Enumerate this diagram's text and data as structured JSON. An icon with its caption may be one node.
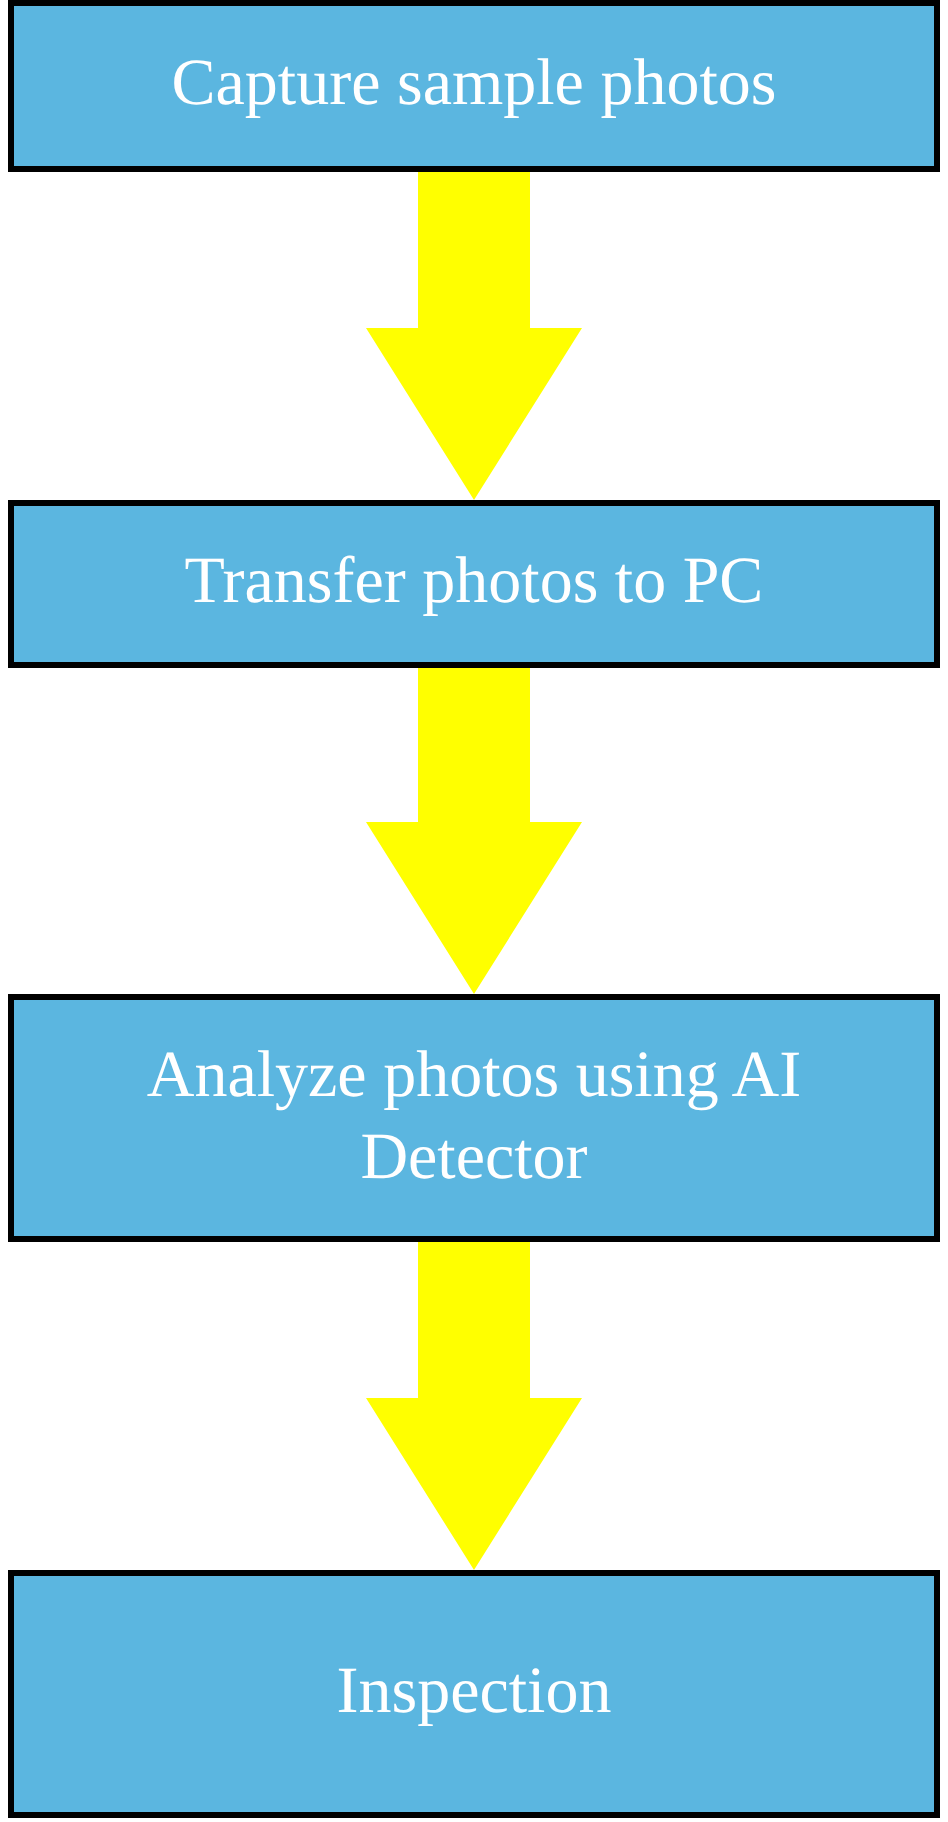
{
  "diagram": {
    "nodes": [
      {
        "text": [
          "Capture sample photos"
        ]
      },
      {
        "text": [
          "Transfer photos to PC"
        ]
      },
      {
        "text": [
          "Analyze photos using AI Detector"
        ]
      },
      {
        "text": [
          "Inspection"
        ]
      }
    ],
    "edges": [
      {
        "from": 0,
        "to": 1,
        "arrow": "to"
      },
      {
        "from": 1,
        "to": 2,
        "arrow": "to"
      },
      {
        "from": 2,
        "to": 3,
        "arrow": "to"
      }
    ]
  }
}
